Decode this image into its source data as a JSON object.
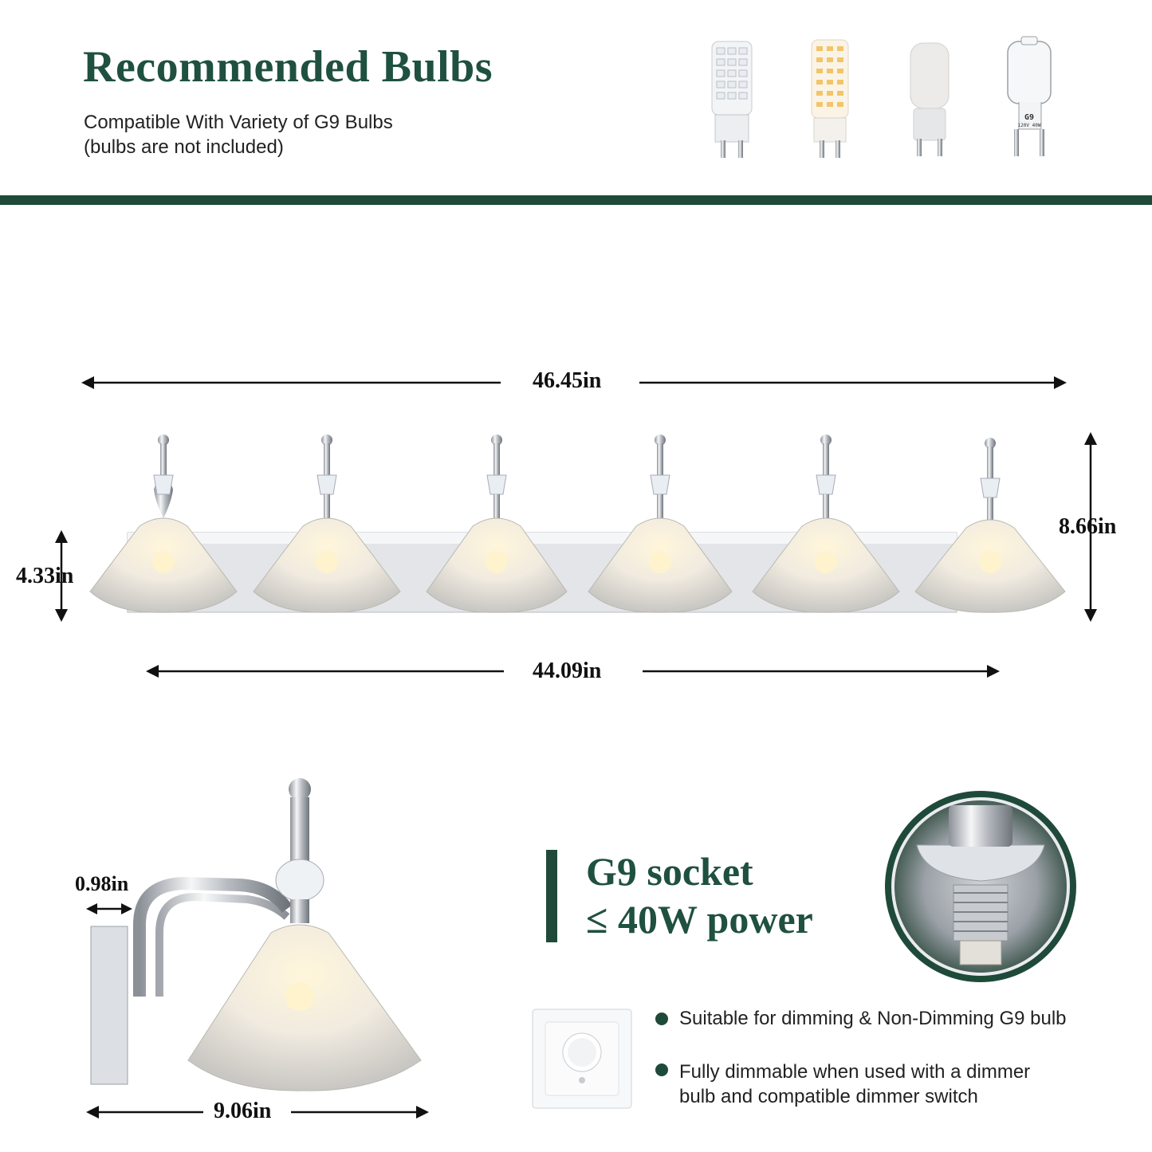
{
  "header": {
    "title": "Recommended Bulbs",
    "subtitle_line1": "Compatible With Variety of G9 Bulbs",
    "subtitle_line2": "(bulbs are not included)",
    "bulb_icons": [
      "g9-led-bulb-cool-icon",
      "g9-led-bulb-warm-icon",
      "g9-frosted-led-bulb-icon",
      "g9-halogen-bulb-icon"
    ],
    "halogen_label_line1": "G9",
    "halogen_label_line2": "120V 40W"
  },
  "dimensions": {
    "overall_width": "46.45in",
    "backplate_width": "44.09in",
    "overall_height": "8.66in",
    "backplate_height": "4.33in",
    "backplate_depth": "0.98in",
    "extension": "9.06in"
  },
  "specs": {
    "line1": "G9 socket",
    "line2": "≤ 40W power"
  },
  "features": [
    "Suitable for dimming & Non-Dimming G9 bulb",
    "Fully dimmable when used with a dimmer",
    "bulb and compatible dimmer switch"
  ],
  "colors": {
    "brand_green": "#1f4a3a",
    "title_green": "#1f5040",
    "chrome": "#c9ccd1"
  }
}
